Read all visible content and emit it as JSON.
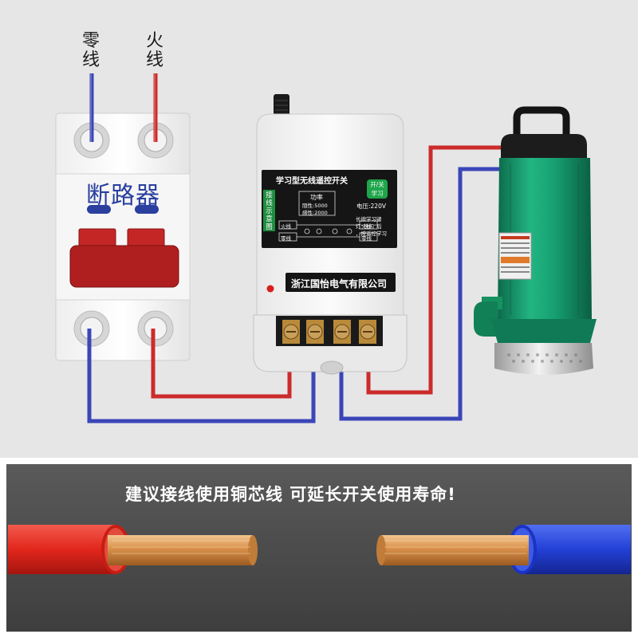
{
  "wire_labels": {
    "neutral": [
      "零",
      "线"
    ],
    "live": [
      "火",
      "线"
    ]
  },
  "breaker": {
    "title": "断路器"
  },
  "switch_module": {
    "title": "学习型无线遥控开关",
    "side_label": [
      "接",
      "线",
      "示",
      "意",
      "图"
    ],
    "badge": [
      "开/关",
      "学习"
    ],
    "power_heading": "功率",
    "power_resistive": "阻性:5000",
    "power_inductive": "感性:2000",
    "voltage": "电压:220V",
    "learn_hint": [
      "长按学习键",
      "灯“快闪”后",
      "，按遥控学习"
    ],
    "terminal_live_in": "火线",
    "terminal_neutral_in": "零线",
    "terminal_live_out": "火线",
    "terminal_neutral_out": "零线",
    "company": "浙江国怡电气有限公司"
  },
  "banner": {
    "text": "建议接线使用铜芯线 可延长开关使用寿命!"
  },
  "colors": {
    "live_wire": "#cc2b2b",
    "neutral_wire": "#3b46b8",
    "breaker_red": "#b01f1f",
    "pump_green": "#14956a",
    "panel_black": "#151515",
    "banner_bg": "#4a4a4a",
    "copper": "#d99450"
  }
}
